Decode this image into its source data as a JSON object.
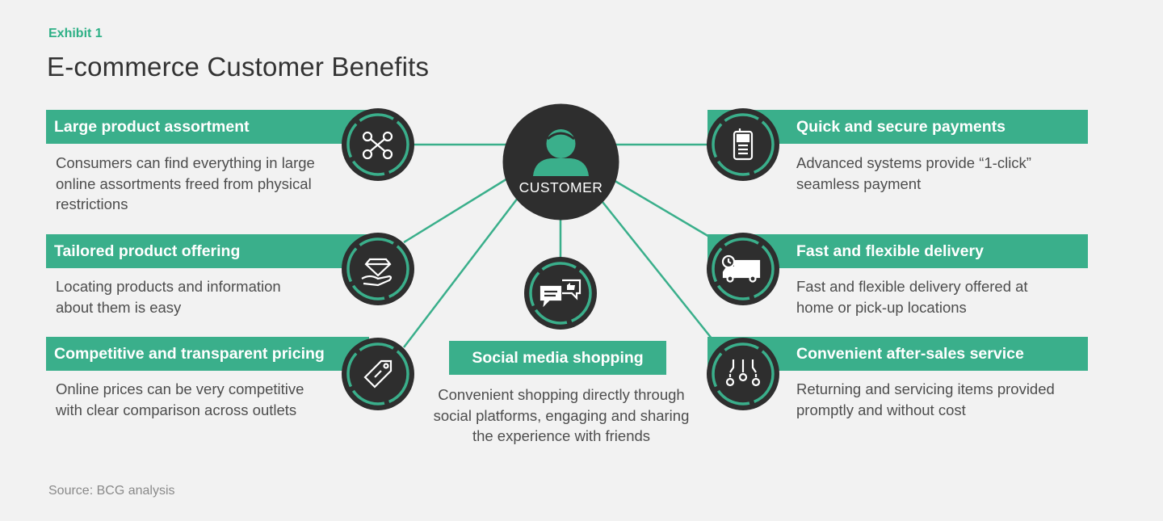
{
  "header": {
    "exhibit": "Exhibit 1",
    "title": "E-commerce Customer Benefits"
  },
  "center": {
    "label": "CUSTOMER"
  },
  "benefits": [
    {
      "title": "Large product assortment",
      "description": "Consumers can find everything in large online assortments freed from physical restrictions",
      "icon": "network-icon"
    },
    {
      "title": "Tailored product offering",
      "description": "Locating products and information about them is easy",
      "icon": "diamond-hand-icon"
    },
    {
      "title": "Competitive and transparent pricing",
      "description": "Online prices can be very competitive with clear comparison across outlets",
      "icon": "price-tag-icon"
    },
    {
      "title": "Quick and secure payments",
      "description": "Advanced systems provide “1-click” seamless payment",
      "icon": "payment-terminal-icon"
    },
    {
      "title": "Fast and flexible delivery",
      "description": "Fast and flexible delivery offered at home or pick-up locations",
      "icon": "delivery-truck-icon"
    },
    {
      "title": "Convenient after-sales service",
      "description": "Returning and servicing items provided promptly and without cost",
      "icon": "service-returns-icon"
    },
    {
      "title": "Social media shopping",
      "description": "Convenient shopping directly through social platforms, engaging and sharing the experience with friends",
      "icon": "chat-like-icon"
    }
  ],
  "footer": {
    "source": "Source: BCG analysis"
  },
  "colors": {
    "accent": "#3aaf8b",
    "node": "#2e2e2e",
    "background": "#f2f2f2"
  }
}
